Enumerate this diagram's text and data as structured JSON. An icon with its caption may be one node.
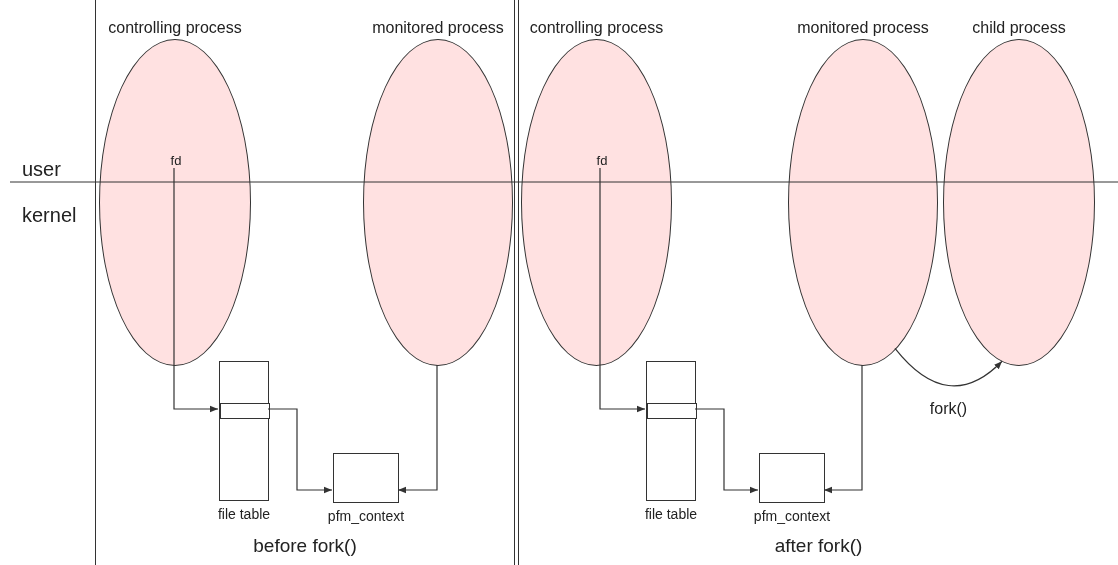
{
  "diagram": {
    "nodes": [
      {
        "text": [
          "before fork()"
        ]
      },
      {
        "text": [
          "controlling process"
        ],
        "in": 0
      },
      {
        "text": [
          "fd"
        ],
        "in": 1
      },
      {
        "text": [
          "monitored process"
        ],
        "in": 0
      },
      {
        "text": [
          "file table"
        ],
        "in": 0
      },
      {
        "text": [],
        "shape": "box",
        "in": 4
      },
      {
        "text": [
          "pfm_context"
        ],
        "in": 0
      },
      {
        "text": [
          "after fork()"
        ]
      },
      {
        "text": [
          "controlling process"
        ],
        "in": 7
      },
      {
        "text": [
          "fd"
        ],
        "in": 8
      },
      {
        "text": [
          "monitored process"
        ],
        "in": 7
      },
      {
        "text": [
          "child process"
        ],
        "in": 7
      },
      {
        "text": [
          "file table"
        ],
        "in": 7
      },
      {
        "text": [],
        "shape": "box",
        "in": 12
      },
      {
        "text": [
          "pfm_context"
        ],
        "in": 7
      }
    ],
    "edges": [
      {
        "from": 2,
        "to": 5,
        "arrow": "to"
      },
      {
        "from": 5,
        "to": 6,
        "arrow": "to"
      },
      {
        "from": 3,
        "to": 6,
        "arrow": "to"
      },
      {
        "from": 9,
        "to": 13,
        "arrow": "to"
      },
      {
        "from": 13,
        "to": 14,
        "arrow": "to"
      },
      {
        "from": 10,
        "to": 14,
        "arrow": "to"
      },
      {
        "from": 10,
        "to": 11,
        "label": "fork()",
        "arrow": "to"
      }
    ],
    "labels": [
      "user",
      "kernel"
    ]
  }
}
